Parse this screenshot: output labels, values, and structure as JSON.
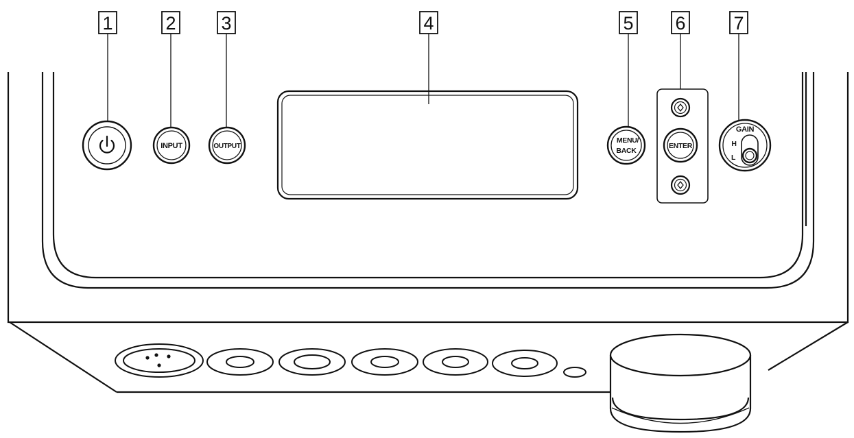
{
  "callouts": [
    "1",
    "2",
    "3",
    "4",
    "5",
    "6",
    "7"
  ],
  "buttons": {
    "input": "INPUT",
    "output": "OUTPUT",
    "menu_line1": "MENU/",
    "menu_line2": "BACK",
    "enter": "ENTER"
  },
  "gain": {
    "label": "GAIN",
    "high": "H",
    "low": "L"
  },
  "colors": {
    "line": "#111111",
    "background": "#ffffff"
  }
}
